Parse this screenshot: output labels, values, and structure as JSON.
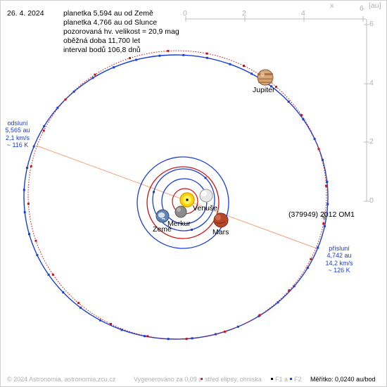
{
  "date": "26. 4. 2024",
  "info_lines": [
    "planetka 5,594 au od Země",
    "planetka 4,766 au od Slunce",
    "pozorovaná hv. velikost = 20,9 mag",
    "oběžná doba 11,700 let",
    "interval bodů 106,8 dnů"
  ],
  "axes": {
    "x_label": "x",
    "unit_label": "[au]",
    "x_ticks": [
      "0",
      "2",
      "4",
      "6"
    ],
    "y_ticks": [
      "6",
      "4",
      "2",
      "0"
    ]
  },
  "aphelion": {
    "lines": [
      "odsluní",
      "5,565 au",
      "2,1 km/s",
      "~ 116 K"
    ],
    "color": "#1a3fd6"
  },
  "perihelion": {
    "lines": [
      "přísluní",
      "4,742 au",
      "14,2 km/s",
      "~ 126 K"
    ],
    "color": "#1a3fd6"
  },
  "bodies": {
    "jupiter": "Jupiter",
    "venus": "Venuše",
    "mercury": "Merkur",
    "earth": "Země",
    "mars": "Mars",
    "asteroid": "(379949) 2012 OM1"
  },
  "footer": {
    "copyright": "© 2024 Astronomia, astronomia.zcu.cz",
    "generated": "Vygenerováno za 0,09 s",
    "center_legend": "střed elipsy, ohniska",
    "f1": "F1",
    "a_label": "a",
    "f2": "F2",
    "scale": "Měřítko: 0,0240 au/bod"
  },
  "colors": {
    "orbit_blue": "#1a3fd6",
    "orbit_red": "#d01010",
    "apsis_line": "#f2a27a",
    "axis_gray": "#bdbdbd",
    "text_blue": "#1a3fd6"
  }
}
